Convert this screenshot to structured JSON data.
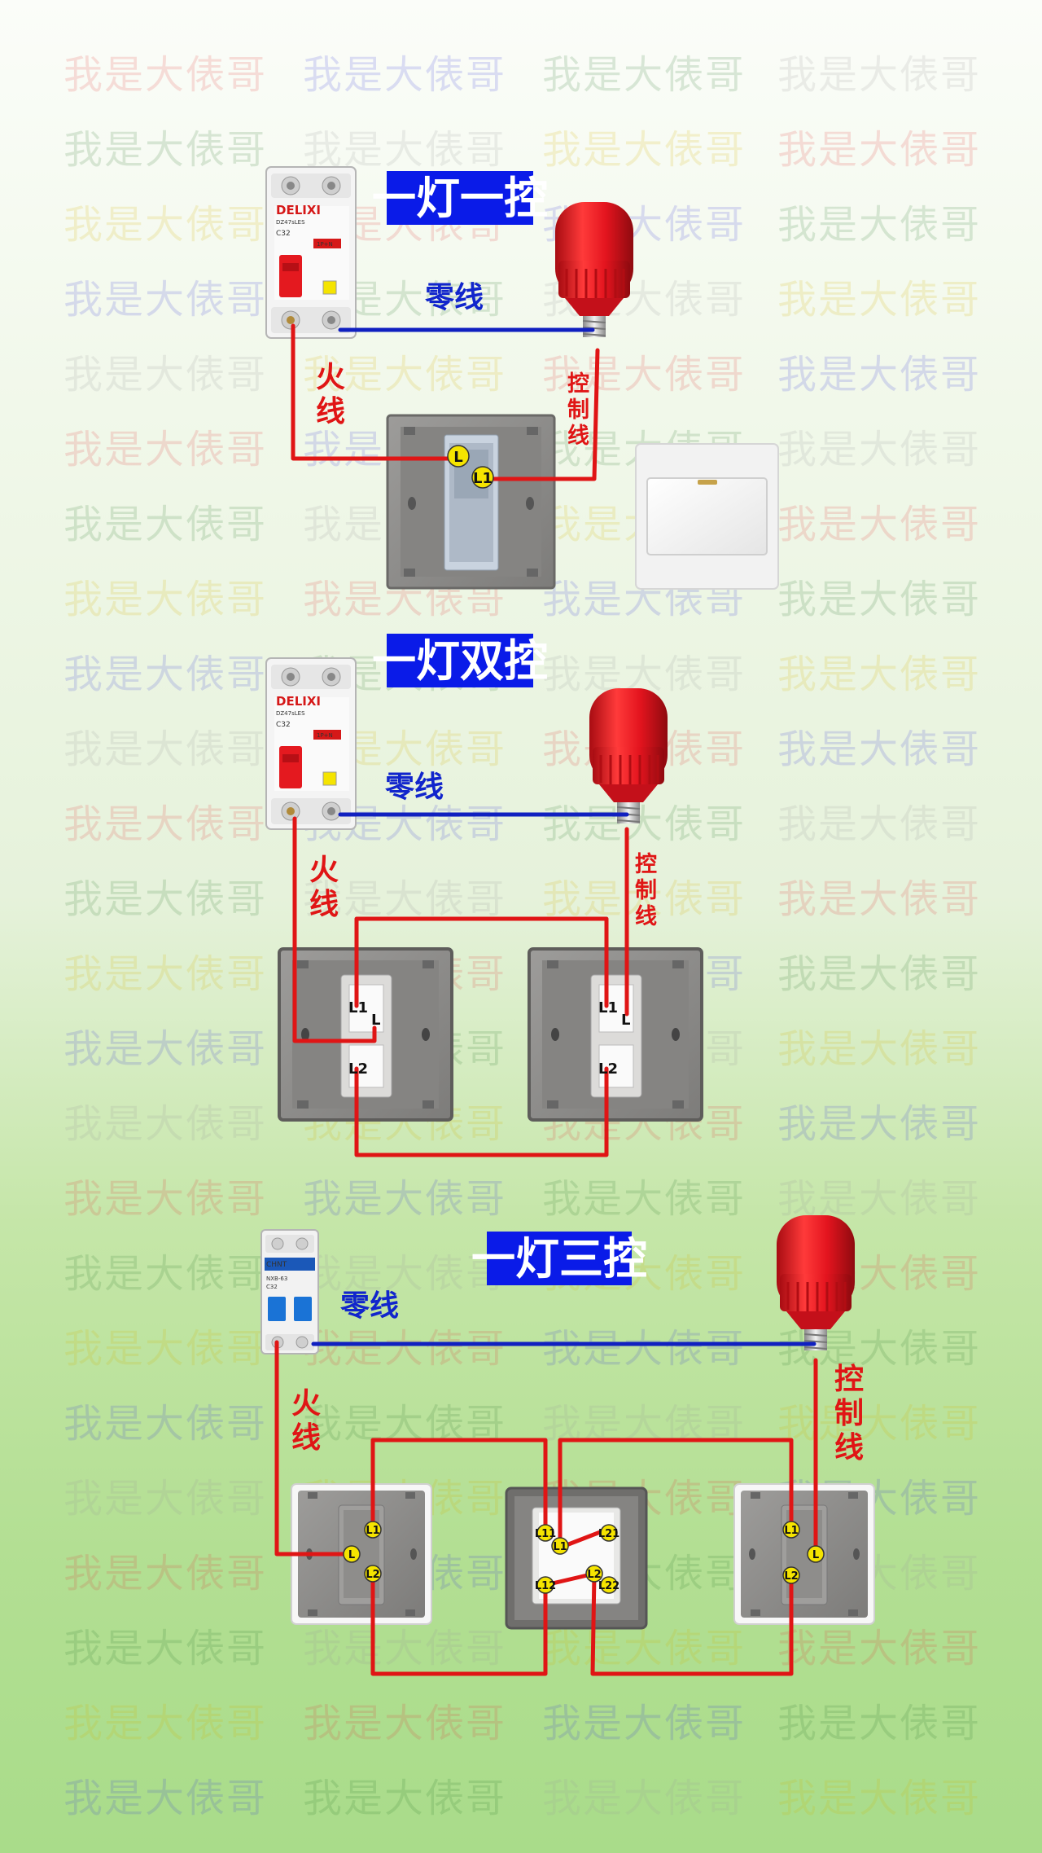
{
  "watermark": {
    "text": "我是大俵哥",
    "colors": [
      "#e23a3a",
      "#3a3ad9",
      "#2f7a2f",
      "#9a9a9a",
      "#d4b400"
    ]
  },
  "panels": [
    {
      "title": "一灯一控",
      "neutral_label": "零线",
      "live_label": "火线",
      "control_label": "控制线",
      "breaker": {
        "brand": "DELIXI",
        "model": "DZ47sLES",
        "rating": "C32",
        "pole": "1P+N"
      },
      "switch_terminals": [
        "L",
        "L1"
      ]
    },
    {
      "title": "一灯双控",
      "neutral_label": "零线",
      "live_label": "火线",
      "control_label": "控制线",
      "breaker": {
        "brand": "DELIXI",
        "model": "DZ47sLES",
        "rating": "C32",
        "pole": "1P+N"
      },
      "switch_terminals": [
        "L1",
        "L",
        "L2"
      ]
    },
    {
      "title": "一灯三控",
      "neutral_label": "零线",
      "live_label": "火线",
      "control_label": "控制线",
      "breaker": {
        "brand": "CHNT",
        "model": "NXB-63",
        "rating": "C32",
        "pole": ""
      },
      "switch_terminals": [
        "L1",
        "L",
        "L2"
      ],
      "middle_switch_terminals": [
        "L11",
        "L1",
        "L21",
        "L12",
        "L2",
        "L22"
      ]
    }
  ],
  "colors": {
    "live_wire": "#e01515",
    "neutral_wire": "#1020c0",
    "title_bg": "#0a1be8",
    "bulb": "#e3141e",
    "terminal": "#f5e400"
  }
}
